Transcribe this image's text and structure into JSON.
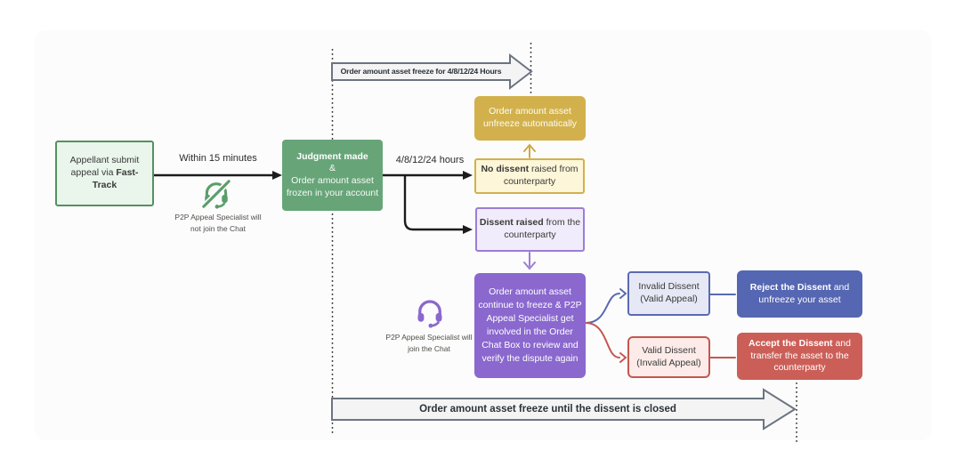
{
  "banners": {
    "top": "Order amount asset freeze for 4/8/12/24 Hours",
    "bottom": "Order amount asset freeze until the dissent is closed"
  },
  "labels": {
    "within_15": "Within 15 minutes",
    "hours": "4/8/12/24 hours",
    "specialist_not_join": "P2P Appeal Specialist will not join the Chat",
    "specialist_join": "P2P Appeal Specialist will join the Chat"
  },
  "nodes": {
    "appellant": {
      "pre": "Appellant submit appeal via ",
      "bold": "Fast-Track"
    },
    "judgment": {
      "title": "Judgment made",
      "amp": "&",
      "body": "Order amount asset frozen in your account"
    },
    "unfreeze_auto": {
      "text": "Order amount asset unfreeze automatically"
    },
    "no_dissent": {
      "bold": "No dissent",
      "rest": " raised from counterparty"
    },
    "dissent_raised": {
      "bold": "Dissent raised",
      "rest": " from the counterparty"
    },
    "continue_freeze": {
      "text": "Order amount asset continue to freeze & P2P Appeal Specialist get involved in the Order Chat Box to review and verify the dispute again"
    },
    "invalid_dissent": {
      "line1": "Invalid Dissent",
      "line2": "(Valid Appeal)"
    },
    "valid_dissent": {
      "line1": "Valid Dissent",
      "line2": "(Invalid Appeal)"
    },
    "reject": {
      "bold": "Reject the Dissent",
      "rest": " and unfreeze your asset"
    },
    "accept": {
      "bold": "Accept the Dissent",
      "rest": " and transfer the asset to the counterparty"
    }
  },
  "icons": {
    "muted_headset": "headset-muted-icon",
    "headset": "headset-icon"
  },
  "colors": {
    "green": "#67a578",
    "green_border": "#55915f",
    "green_light": "#eaf5eb",
    "gold": "#d2b14d",
    "gold_light": "#fdf6d8",
    "purple": "#8a68ce",
    "purple_border": "#9b7ed6",
    "purple_light": "#f1ecfb",
    "blue": "#5566b2",
    "blue_border": "#5a6ab0",
    "blue_light": "#e6e9f5",
    "red": "#cb5f58",
    "red_border": "#c4574e",
    "red_light": "#fcebe8",
    "flow_arrow": "#1c1c1c",
    "banner_fill": "#f4f4f5",
    "banner_border": "#6b7480"
  }
}
